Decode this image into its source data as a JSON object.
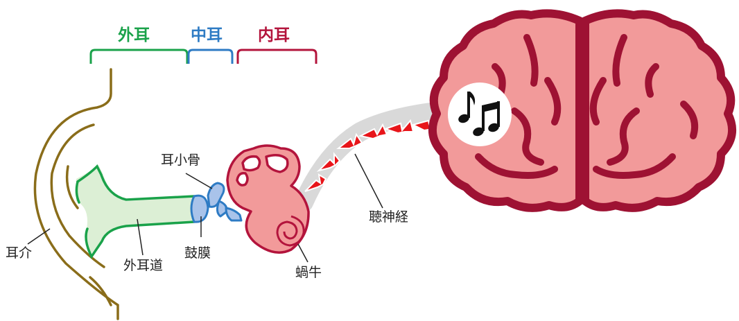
{
  "sections": {
    "outer_ear": "外耳",
    "middle_ear": "中耳",
    "inner_ear": "内耳"
  },
  "labels": {
    "pinna": "耳介",
    "ear_canal": "外耳道",
    "eardrum": "鼓膜",
    "ossicles": "耳小骨",
    "cochlea": "蝸牛",
    "auditory_nerve": "聴神経"
  },
  "icons": {
    "music_note": "music-note-icon"
  },
  "colors": {
    "outer_ear": "#1aa24a",
    "middle_ear": "#2e7bc4",
    "inner_ear": "#b3143c",
    "pinna_outline": "#8a6d1a",
    "canal_fill": "#dcefd5",
    "ossicle_fill": "#a9c3ea",
    "inner_fill": "#f29a9a",
    "brain_fill": "#f29a9a",
    "brain_outline": "#9e1233",
    "arrow": "#e8151a",
    "nerve_band": "#d9d9d9"
  }
}
